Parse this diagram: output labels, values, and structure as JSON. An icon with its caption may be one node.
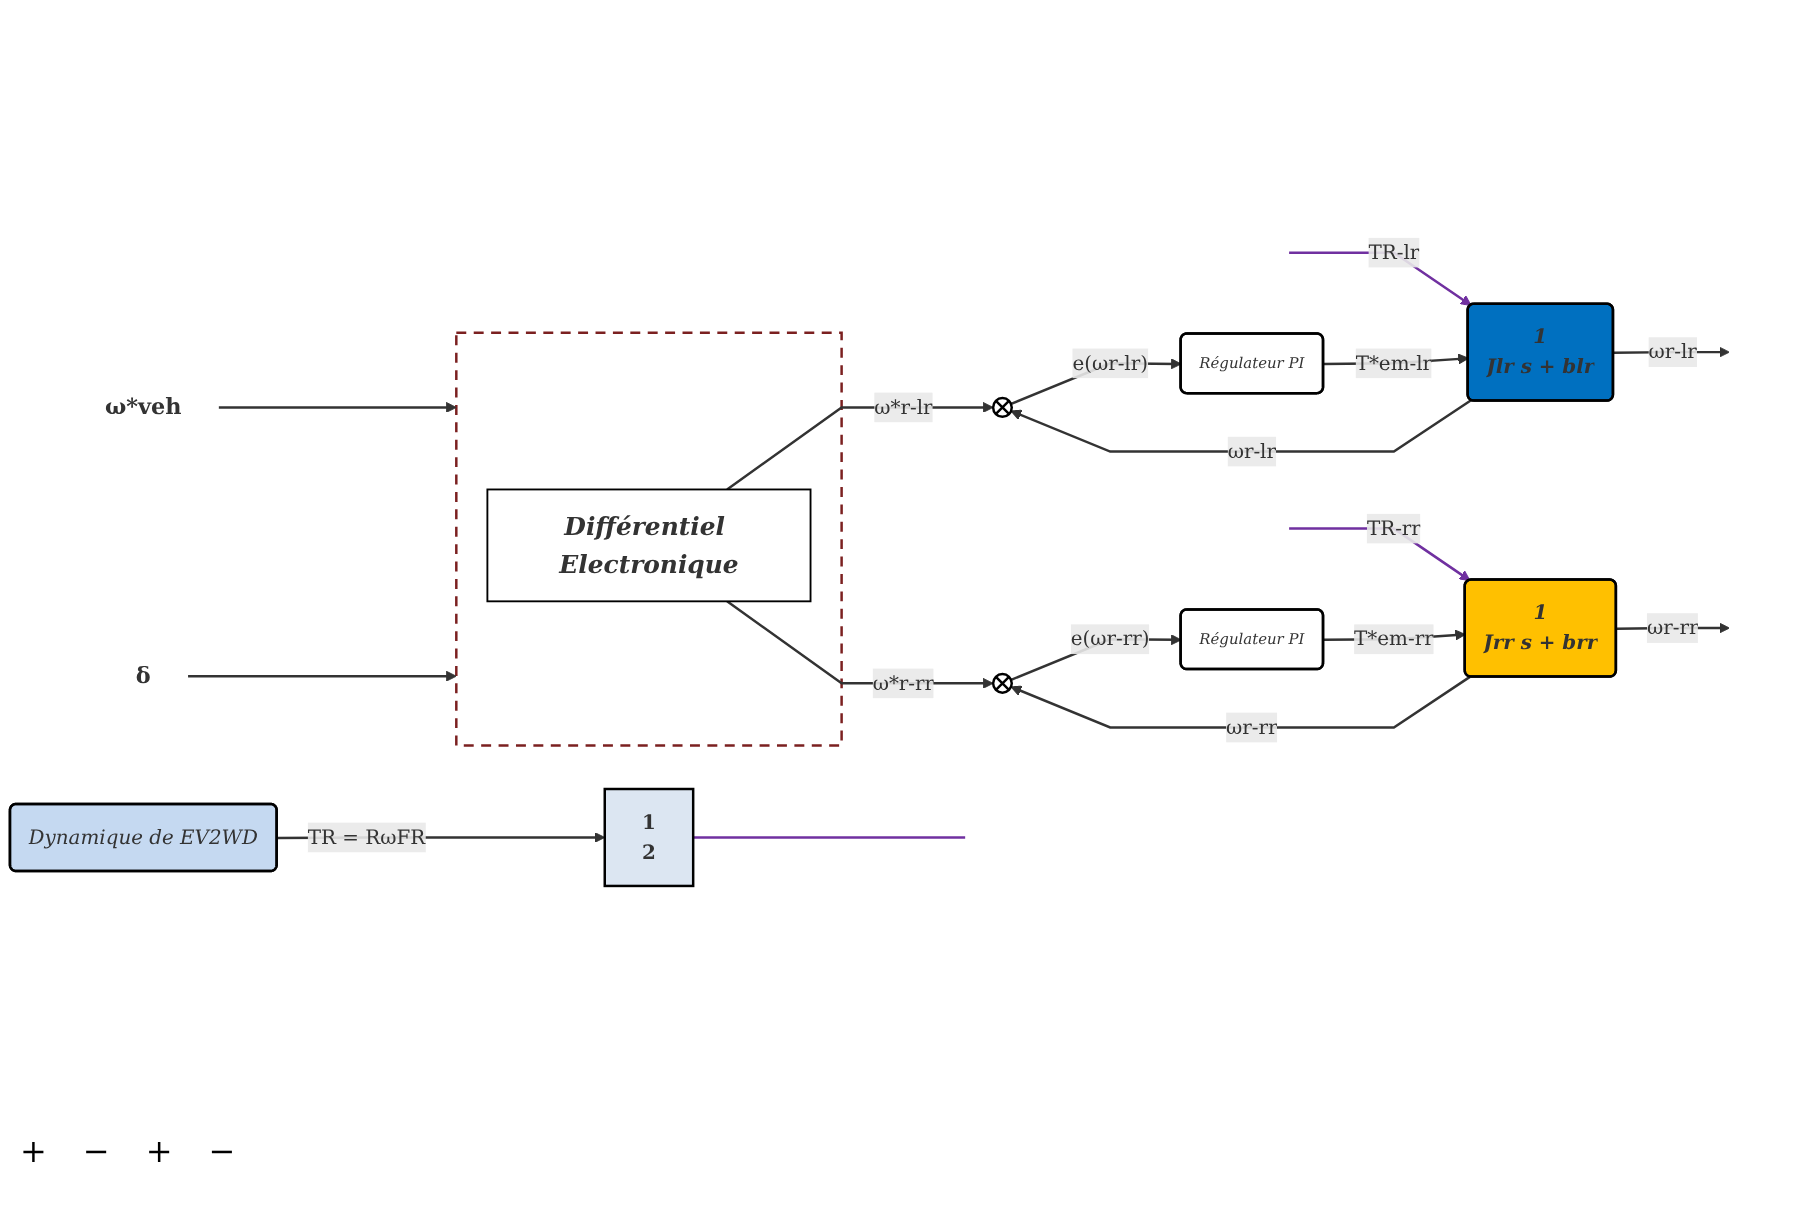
{
  "diagram": {
    "nodes": [
      {
        "text": [
          "ω*veh"
        ]
      },
      {
        "text": [
          "δ"
        ]
      },
      {
        "text": [],
        "shape": "box"
      },
      {
        "text": [
          "Différentiel Electronique"
        ],
        "in": 2
      },
      {
        "text": [],
        "shape": "circle"
      },
      {
        "text": [
          "Régulateur PI"
        ]
      },
      {
        "text": [
          "1",
          "Jlr s + blr"
        ]
      },
      {
        "text": [],
        "shape": "circle"
      },
      {
        "text": [
          "Régulateur PI"
        ]
      },
      {
        "text": [
          "1",
          "Jrr s + brr"
        ]
      },
      {
        "text": [
          "Dynamique de EV2WD"
        ]
      },
      {
        "text": [
          "1",
          "2"
        ]
      }
    ],
    "edges": [
      {
        "from": 10,
        "to": 11,
        "arrow": "to",
        "label": "TR = RωFR"
      },
      {
        "from": 11,
        "to": null,
        "arrow": "none",
        "color": "#7030a0"
      },
      {
        "from": 0,
        "to": 2,
        "arrow": "to"
      },
      {
        "from": 1,
        "to": 2,
        "arrow": "to"
      },
      {
        "from": null,
        "to": 6,
        "arrow": "to",
        "label": "TR-lr",
        "color": "#7030a0"
      },
      {
        "from": 3,
        "to": 4,
        "arrow": "to",
        "label": "ω*r-lr"
      },
      {
        "from": 4,
        "to": 5,
        "arrow": "to",
        "label": "e(ωr-lr)"
      },
      {
        "from": 5,
        "to": 6,
        "arrow": "to",
        "label": "T*em-lr"
      },
      {
        "from": 6,
        "to": null,
        "arrow": "to",
        "label": "ωr-lr"
      },
      {
        "from": 6,
        "to": 4,
        "arrow": "to",
        "label": "ωr-lr"
      },
      {
        "from": null,
        "to": 9,
        "arrow": "to",
        "label": "TR-rr",
        "color": "#7030a0"
      },
      {
        "from": 3,
        "to": 7,
        "arrow": "to",
        "label": "ω*r-rr"
      },
      {
        "from": 7,
        "to": 8,
        "arrow": "to",
        "label": "e(ωr-rr)"
      },
      {
        "from": 8,
        "to": 9,
        "arrow": "to",
        "label": "T*em-rr"
      },
      {
        "from": 9,
        "to": null,
        "arrow": "to",
        "label": "ωr-rr"
      },
      {
        "from": 9,
        "to": 7,
        "arrow": "to",
        "label": "ωr-rr"
      }
    ],
    "labels": [
      "+",
      "−",
      "+",
      "−"
    ]
  }
}
